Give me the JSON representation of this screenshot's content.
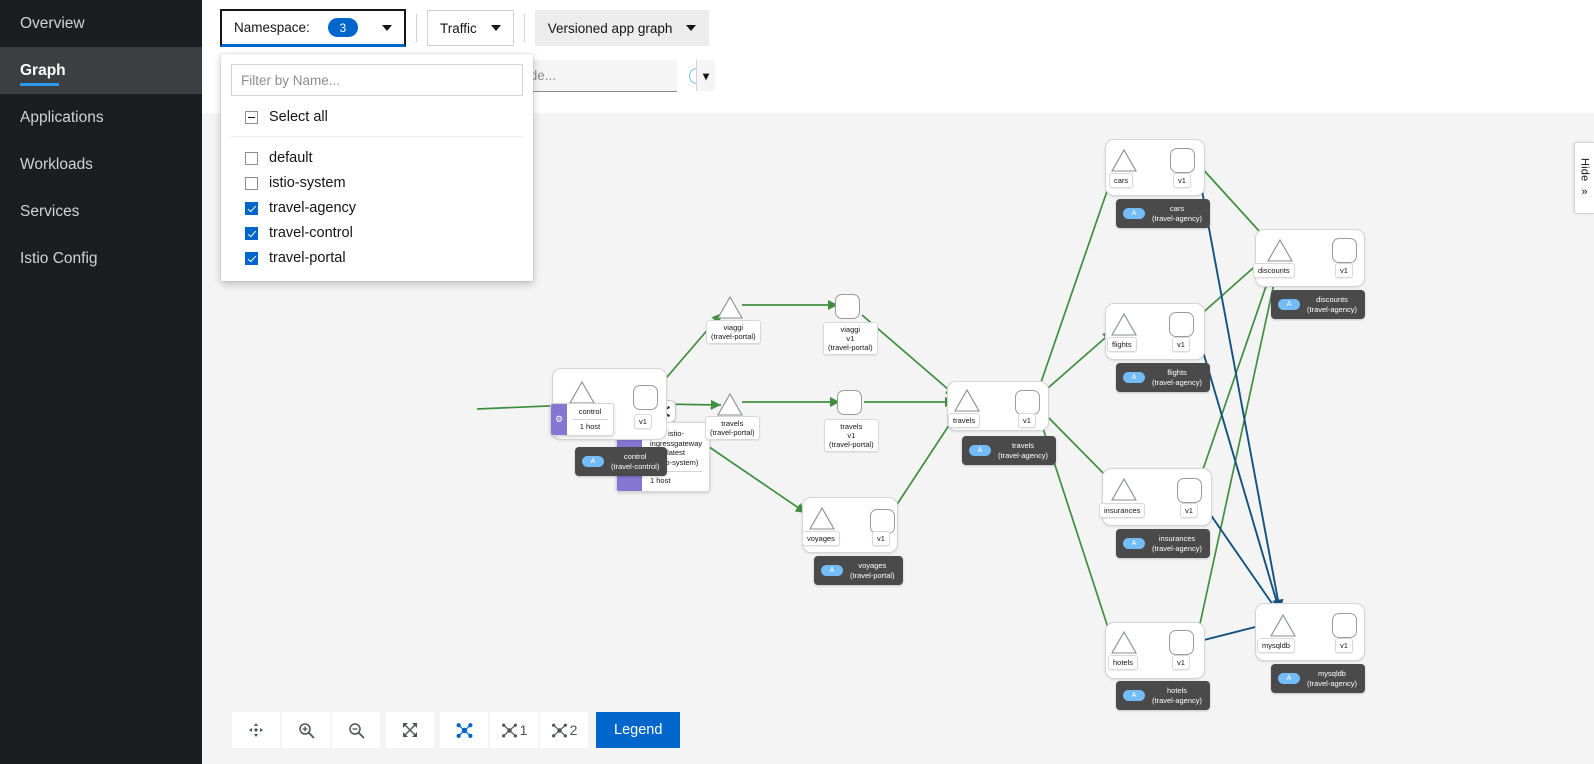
{
  "sidebar": {
    "items": [
      {
        "label": "Overview",
        "active": false
      },
      {
        "label": "Graph",
        "active": true
      },
      {
        "label": "Applications",
        "active": false
      },
      {
        "label": "Workloads",
        "active": false
      },
      {
        "label": "Services",
        "active": false
      },
      {
        "label": "Istio Config",
        "active": false
      }
    ]
  },
  "toolbar": {
    "namespace_label": "Namespace:",
    "namespace_count": "3",
    "traffic_label": "Traffic",
    "graph_type_label": "Versioned app graph",
    "hide_placeholder": "Hide...",
    "hide_value": ""
  },
  "namespace_dropdown": {
    "filter_placeholder": "Filter by Name...",
    "filter_value": "",
    "select_all_label": "Select all",
    "options": [
      {
        "label": "default",
        "checked": false
      },
      {
        "label": "istio-system",
        "checked": false
      },
      {
        "label": "travel-agency",
        "checked": true
      },
      {
        "label": "travel-control",
        "checked": true
      },
      {
        "label": "travel-portal",
        "checked": true
      }
    ]
  },
  "hide_drawer": {
    "label": "Hide",
    "chevron": "»"
  },
  "bottom_toolbar": {
    "buttons": [
      {
        "name": "drag-mode",
        "label": ""
      },
      {
        "name": "zoom-in",
        "label": ""
      },
      {
        "name": "zoom-out",
        "label": ""
      },
      {
        "name": "fit-to-screen",
        "label": ""
      },
      {
        "name": "layout-default",
        "label": ""
      },
      {
        "name": "layout-1",
        "label": "1"
      },
      {
        "name": "layout-2",
        "label": "2"
      }
    ],
    "legend_label": "Legend"
  },
  "graph": {
    "ingressgateway": {
      "title_lines": [
        "istio-ingressgateway",
        "latest",
        "(istio-system)"
      ],
      "host_text": "1 host"
    },
    "control_card": {
      "title": "control",
      "host_text": "1 host"
    },
    "groups": [
      {
        "id": "control",
        "badge_app": "control",
        "badge_ns": "(travel-control)",
        "svc_label": "",
        "ver_label": "v1"
      },
      {
        "id": "travels-agency",
        "badge_app": "travels",
        "badge_ns": "(travel-agency)",
        "svc_label": "travels",
        "ver_label": "v1"
      },
      {
        "id": "voyages",
        "badge_app": "voyages",
        "badge_ns": "(travel-portal)",
        "svc_label": "voyages",
        "ver_label": "v1"
      },
      {
        "id": "cars",
        "badge_app": "cars",
        "badge_ns": "(travel-agency)",
        "svc_label": "cars",
        "ver_label": "v1"
      },
      {
        "id": "discounts",
        "badge_app": "discounts",
        "badge_ns": "(travel-agency)",
        "svc_label": "discounts",
        "ver_label": "v1"
      },
      {
        "id": "flights",
        "badge_app": "flights",
        "badge_ns": "(travel-agency)",
        "svc_label": "flights",
        "ver_label": "v1"
      },
      {
        "id": "insurances",
        "badge_app": "insurances",
        "badge_ns": "(travel-agency)",
        "svc_label": "insurances",
        "ver_label": "v1"
      },
      {
        "id": "hotels",
        "badge_app": "hotels",
        "badge_ns": "(travel-agency)",
        "svc_label": "hotels",
        "ver_label": "v1"
      },
      {
        "id": "mysqldb",
        "badge_app": "mysqldb",
        "badge_ns": "(travel-agency)",
        "svc_label": "mysqldb",
        "ver_label": "v1"
      }
    ],
    "standalone_nodes": [
      {
        "id": "viaggi-svc",
        "label": "viaggi\n(travel-portal)"
      },
      {
        "id": "viaggi-v1",
        "label": "viaggi\nv1\n(travel-portal)"
      },
      {
        "id": "travels-portal-svc",
        "label": "travels\n(travel-portal)"
      },
      {
        "id": "travels-portal-v1",
        "label": "travels\nv1\n(travel-portal)"
      }
    ],
    "node_labels": {
      "viaggi_svc": "viaggi",
      "viaggi_svc_ns": "(travel-portal)",
      "viaggi_v1_a": "viaggi",
      "viaggi_v1_b": "v1",
      "viaggi_v1_c": "(travel-portal)",
      "travels_svc": "travels",
      "travels_svc_ns": "(travel-portal)",
      "travels_v1_a": "travels",
      "travels_v1_b": "v1",
      "travels_v1_c": "(travel-portal)",
      "control_svc": "",
      "control_v1": "v1",
      "voyages_svc": "voyages",
      "voyages_v1": "v1",
      "travelsagency_svc": "travels",
      "travelsagency_v1": "v1",
      "cars_svc": "cars",
      "cars_v1": "v1",
      "discounts_svc": "discounts",
      "discounts_v1": "v1",
      "flights_svc": "flights",
      "flights_v1": "v1",
      "insurances_svc": "insurances",
      "insurances_v1": "v1",
      "hotels_svc": "hotels",
      "hotels_v1": "v1",
      "mysqldb_svc": "mysqldb",
      "mysqldb_v1": "v1"
    }
  },
  "colors": {
    "accent": "#06c",
    "sidebar_bg": "#1b1d21",
    "canvas_bg": "#f4f4f4",
    "edge_http": "#3f8f3f",
    "edge_tcp": "#13517f",
    "badge_blue": "#73bcf7",
    "purple": "#8476d1"
  }
}
